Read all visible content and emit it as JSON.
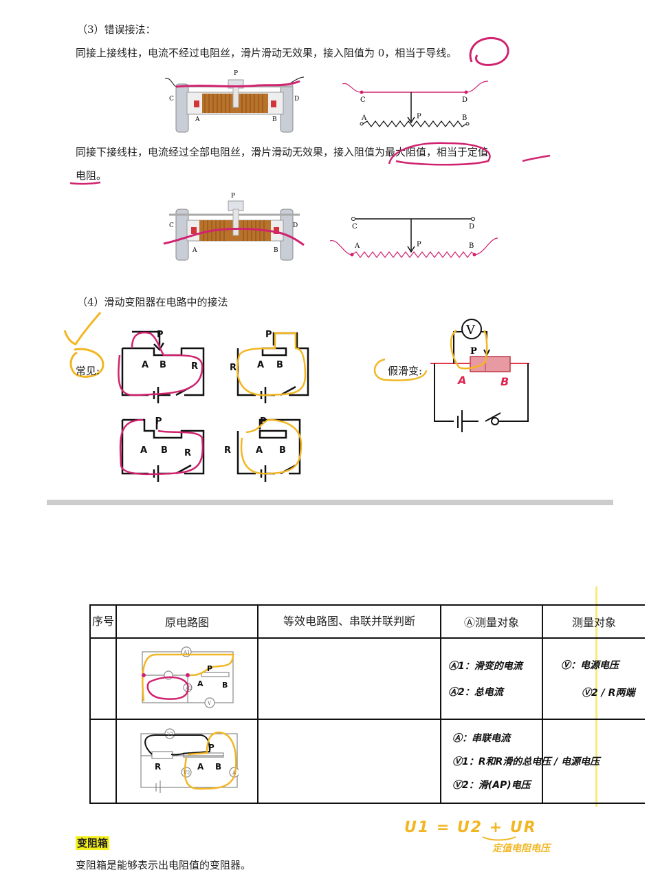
{
  "section3": {
    "heading": "（3）错误接法：",
    "para1": "同接上接线柱，电流不经过电阻丝，滑片滑动无效果，接入阻值为 0，相当于导线。",
    "para2_line1": "同接下接线柱，电流经过全部电阻丝，滑片滑动无效果，接入阻值为最大阻值，相当于定值",
    "para2_line2": "电阻。",
    "fig_labels": {
      "P": "P",
      "A": "A",
      "B": "B",
      "C": "C",
      "D": "D"
    }
  },
  "section4": {
    "heading": "（4）滑动变阻器在电路中的接法",
    "common_label": "常见:",
    "fake_label": "假滑变:",
    "circuit_labels": {
      "P": "P",
      "A": "A",
      "B": "B",
      "R": "R",
      "V": "V"
    }
  },
  "table": {
    "headers": [
      "序号",
      "原电路图",
      "等效电路图、串联并联判断",
      "Ⓐ测量对象",
      "测量对象"
    ],
    "rows": [
      {
        "index": "",
        "diagram_labels": [
          "A1",
          "A2",
          "V",
          "A",
          "B",
          "P"
        ],
        "equivalent": "",
        "ammeter_notes": [
          "Ⓐ1：滑变的电流",
          "Ⓐ2：总电流"
        ],
        "meter_notes": [
          "Ⓥ：电源电压",
          "Ⓥ2 / R两端"
        ]
      },
      {
        "index": "",
        "diagram_labels": [
          "V1",
          "V2",
          "A",
          "R",
          "A",
          "B",
          "P"
        ],
        "equivalent": "",
        "ammeter_notes": [
          "Ⓐ：串联电流",
          "Ⓥ1：R和R滑的总电压 / 电源电压",
          "Ⓥ2：滑(AP)电压"
        ],
        "meter_notes": []
      }
    ]
  },
  "annotation_formula": "U1 = U2 + UR",
  "annotation_under": "定值电阻电压",
  "section_box": {
    "title": "变阻箱",
    "desc": "变阻箱是能够表示出电阻值的变阻器。"
  },
  "colors": {
    "pink_ink": "#d1226f",
    "yellow_ink": "#f2b623",
    "highlight": "#f6f01c",
    "divider": "#cccccc"
  }
}
